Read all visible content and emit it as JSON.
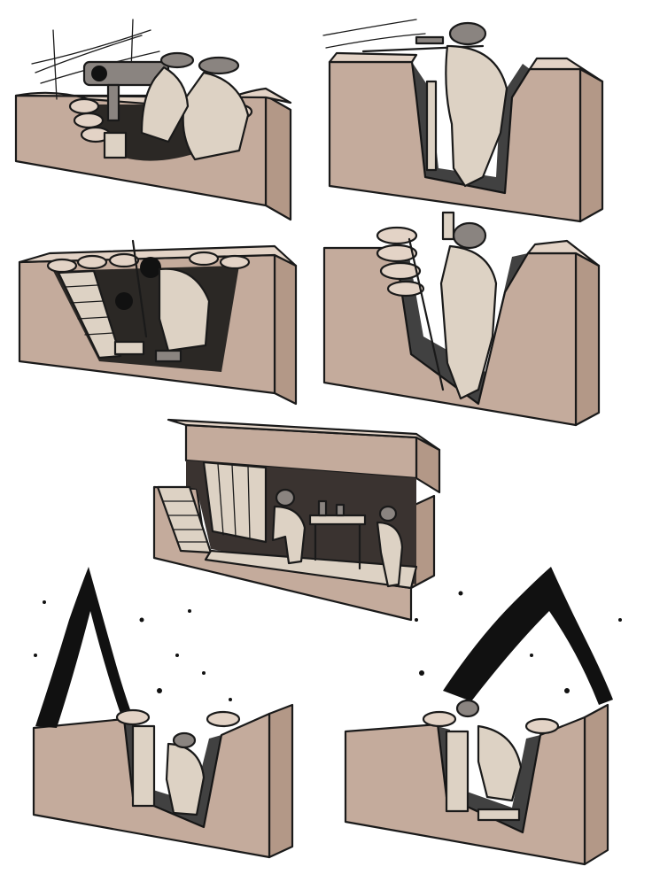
{
  "colors": {
    "soil": "#c4ab9c",
    "soil_side": "#b39887",
    "soil_top": "#e3d3c6",
    "wood": "#ddd2c4",
    "metal": "#8a8480",
    "ink": "#111111",
    "background": "#ffffff"
  },
  "panels": [
    {
      "name": "machine-gun-nest"
    },
    {
      "name": "sniper-post"
    },
    {
      "name": "mortar-trench"
    },
    {
      "name": "soldier-climbing-trench"
    },
    {
      "name": "dugout-shelter"
    },
    {
      "name": "shell-explosion-left"
    },
    {
      "name": "shell-explosion-right"
    }
  ]
}
